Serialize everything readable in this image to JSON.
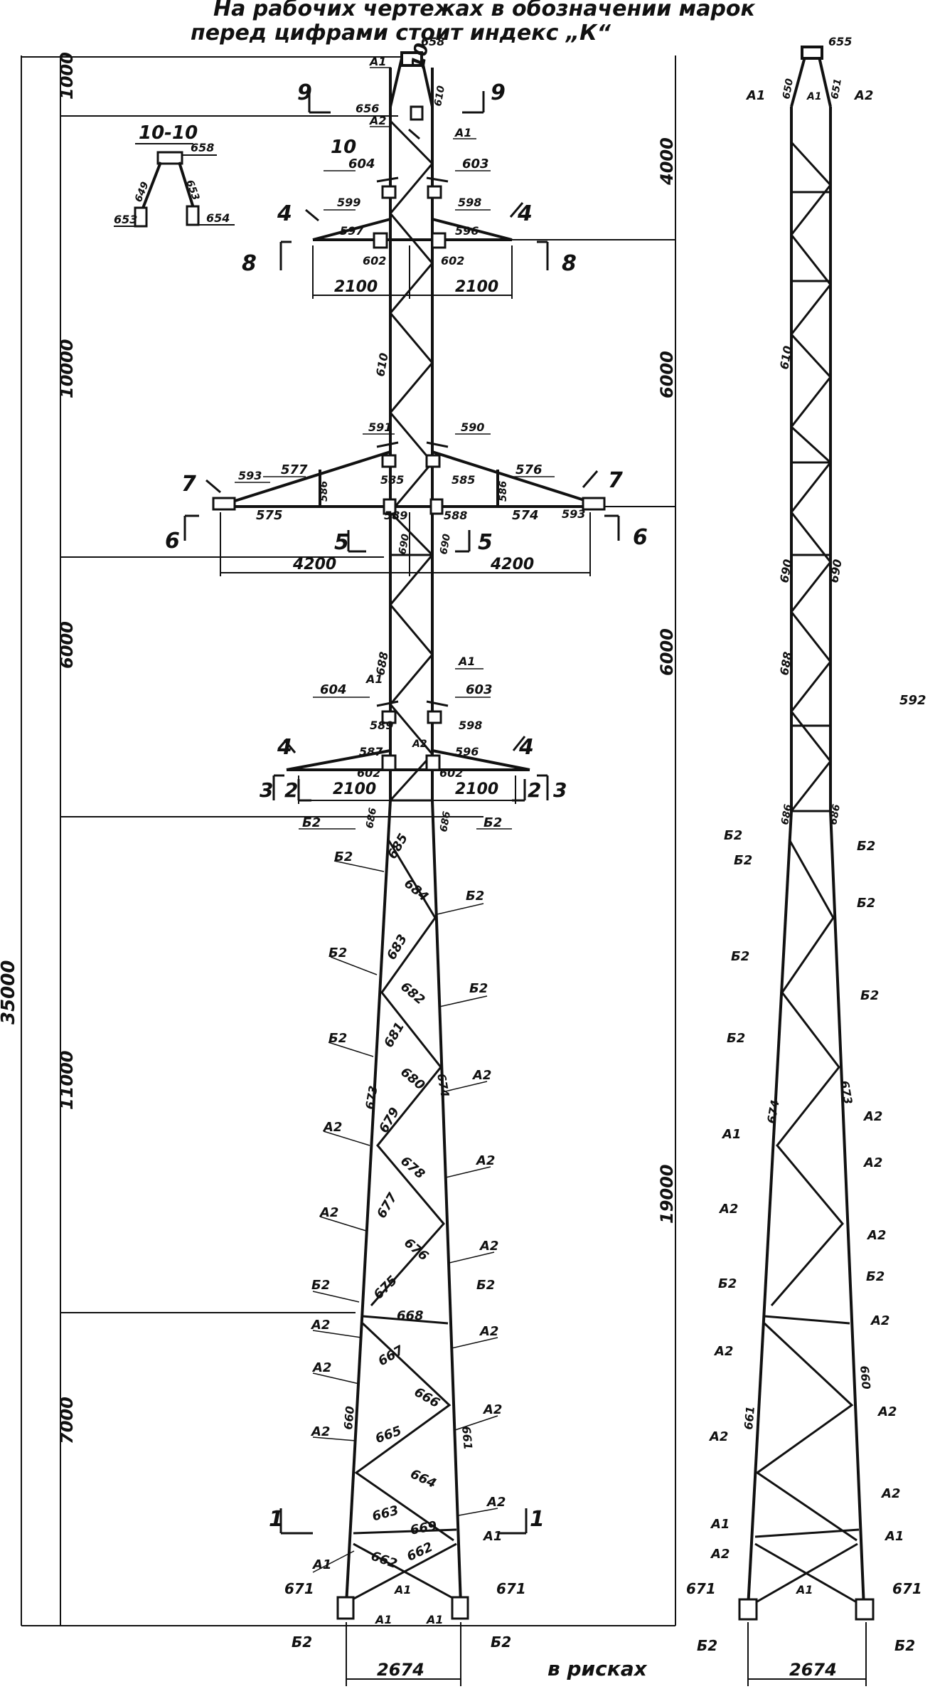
{
  "header": {
    "line1": "На рабочих чертежах в обозначении марок",
    "line2": "перед цифрами стоит индекс „К“"
  },
  "dimensions": {
    "left_total": "35000",
    "left_segments": [
      "1000",
      "10000",
      "6000",
      "11000",
      "7000"
    ],
    "right_segments": [
      "4000",
      "6000",
      "6000",
      "19000"
    ],
    "crossarm_top": [
      "2100",
      "2100"
    ],
    "crossarm_mid": [
      "4200",
      "4200"
    ],
    "crossarm_low": [
      "2100",
      "2100"
    ],
    "base_left": "2674",
    "base_right": "2674",
    "base_note": "в рисках"
  },
  "detail": {
    "title": "10-10",
    "marks": [
      "658",
      "649",
      "653",
      "653",
      "654"
    ]
  },
  "sections": {
    "s9": "9",
    "s10": "10",
    "s4": "4",
    "s8": "8",
    "s7": "7",
    "s6": "6",
    "s5": "5",
    "s3": "3",
    "s2": "2",
    "s1": "1"
  },
  "marks": {
    "m655": "655",
    "m656": "656",
    "m650": "650",
    "m651": "651",
    "m657": "657",
    "m603": "603",
    "m604": "604",
    "m598": "598",
    "m599": "599",
    "m596": "596",
    "m597": "597",
    "m602": "602",
    "m610": "610",
    "m590": "590",
    "m591": "591",
    "m593": "593",
    "m577": "577",
    "m576": "576",
    "m585": "585",
    "m586": "586",
    "m575": "575",
    "m574": "574",
    "m588": "588",
    "m589": "589",
    "m690": "690",
    "m688": "688",
    "m592": "592",
    "m587": "587",
    "m686": "686",
    "m685": "685",
    "m684": "684",
    "m683": "683",
    "m682": "682",
    "m681": "681",
    "m680": "680",
    "m679": "679",
    "m678": "678",
    "m677": "677",
    "m676": "676",
    "m675": "675",
    "m674": "674",
    "m673": "673",
    "m668": "668",
    "m667": "667",
    "m666": "666",
    "m665": "665",
    "m664": "664",
    "m663": "663",
    "m669": "669",
    "m662": "662",
    "m661": "661",
    "m660": "660",
    "m671": "671",
    "b2": "Б2",
    "a1": "А1",
    "a2": "А2"
  },
  "colors": {
    "ink": "#111111",
    "paper": "#ffffff"
  }
}
